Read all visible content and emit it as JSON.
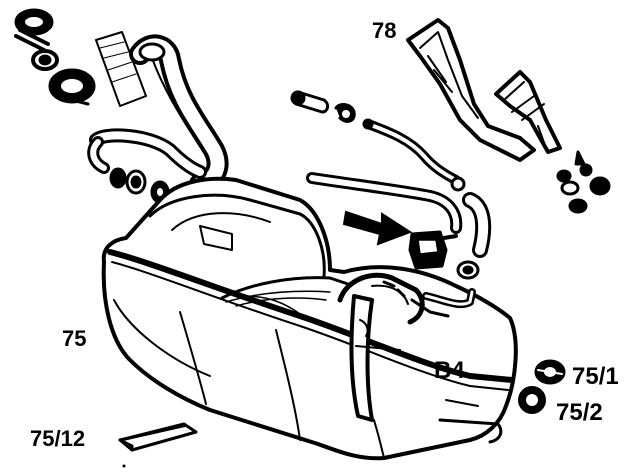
{
  "diagram": {
    "callouts": {
      "tank": "75",
      "cap_seal": "75/1",
      "seal_ring": "75/2",
      "pad": "75/12",
      "bracket": "78",
      "sensor": "B4"
    },
    "colors": {
      "ink": "#000000",
      "paper": "#ffffff"
    }
  }
}
